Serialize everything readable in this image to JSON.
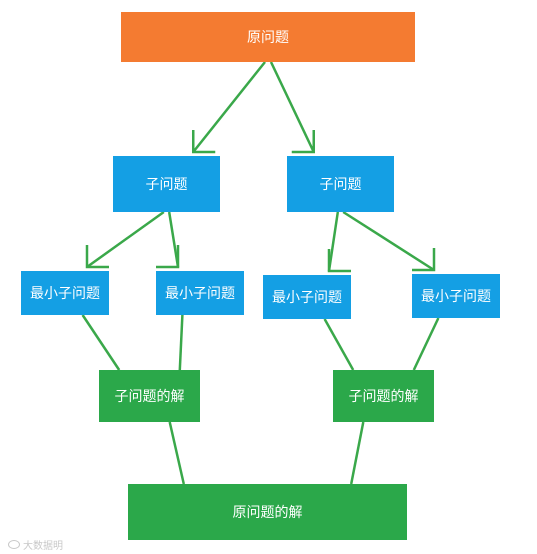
{
  "colors": {
    "root": "#f47b31",
    "subproblem": "#149fe4",
    "solution": "#2ba84a",
    "line": "#3aa84a"
  },
  "nodes": {
    "root": "原问题",
    "sub_left": "子问题",
    "sub_right": "子问题",
    "min_1": "最小子问题",
    "min_2": "最小子问题",
    "min_3": "最小子问题",
    "min_4": "最小子问题",
    "sol_left": "子问题的解",
    "sol_right": "子问题的解",
    "final": "原问题的解"
  },
  "edges": [
    {
      "from": "root",
      "to": "sub_left",
      "arrow": true
    },
    {
      "from": "root",
      "to": "sub_right",
      "arrow": true
    },
    {
      "from": "sub_left",
      "to": "min_1",
      "arrow": true
    },
    {
      "from": "sub_left",
      "to": "min_2",
      "arrow": true
    },
    {
      "from": "sub_right",
      "to": "min_3",
      "arrow": true
    },
    {
      "from": "sub_right",
      "to": "min_4",
      "arrow": true
    },
    {
      "from": "min_1",
      "to": "sol_left",
      "arrow": false
    },
    {
      "from": "min_2",
      "to": "sol_left",
      "arrow": false
    },
    {
      "from": "min_3",
      "to": "sol_right",
      "arrow": false
    },
    {
      "from": "min_4",
      "to": "sol_right",
      "arrow": false
    },
    {
      "from": "sol_left",
      "to": "final",
      "arrow": false
    },
    {
      "from": "sol_right",
      "to": "final",
      "arrow": false
    }
  ],
  "watermark": {
    "icon": "weibo-icon",
    "text": "大数据明"
  }
}
